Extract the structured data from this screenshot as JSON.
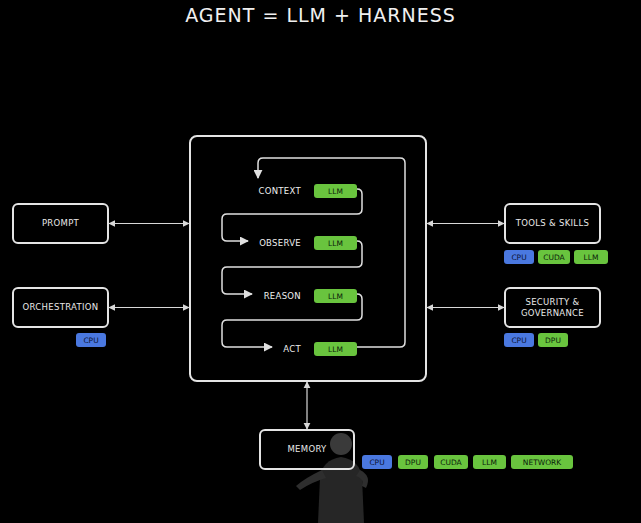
{
  "diagram": {
    "title": "AGENT = LLM + HARNESS",
    "nodes": [
      {
        "text": [
          "PROMPT"
        ]
      },
      {
        "text": [
          "ORCHESTRATION"
        ]
      },
      {
        "text": [
          "CPU"
        ]
      },
      {
        "text": [
          "CONTEXT",
          "OBSERVE",
          "REASON",
          "ACT"
        ]
      },
      {
        "text": [
          "LLM"
        ],
        "in": 3
      },
      {
        "text": [
          "LLM"
        ],
        "in": 3
      },
      {
        "text": [
          "LLM"
        ],
        "in": 3
      },
      {
        "text": [
          "LLM"
        ],
        "in": 3
      },
      {
        "text": [
          "TOOLS & SKILLS"
        ]
      },
      {
        "text": [
          "CPU"
        ]
      },
      {
        "text": [
          "CUDA"
        ]
      },
      {
        "text": [
          "LLM"
        ]
      },
      {
        "text": [
          "SECURITY & GOVERNANCE"
        ]
      },
      {
        "text": [
          "CPU"
        ]
      },
      {
        "text": [
          "DPU"
        ]
      },
      {
        "text": [
          "MEMORY"
        ]
      },
      {
        "text": [
          "CPU"
        ]
      },
      {
        "text": [
          "DPU"
        ]
      },
      {
        "text": [
          "CUDA"
        ]
      },
      {
        "text": [
          "LLM"
        ]
      },
      {
        "text": [
          "NETWORK"
        ]
      }
    ],
    "edges": [
      {
        "from": 0,
        "to": 3,
        "arrow": "both"
      },
      {
        "from": 1,
        "to": 3,
        "arrow": "both"
      },
      {
        "from": 3,
        "to": 8,
        "arrow": "both"
      },
      {
        "from": 3,
        "to": 12,
        "arrow": "both"
      },
      {
        "from": 3,
        "to": 15,
        "arrow": "both"
      }
    ]
  }
}
